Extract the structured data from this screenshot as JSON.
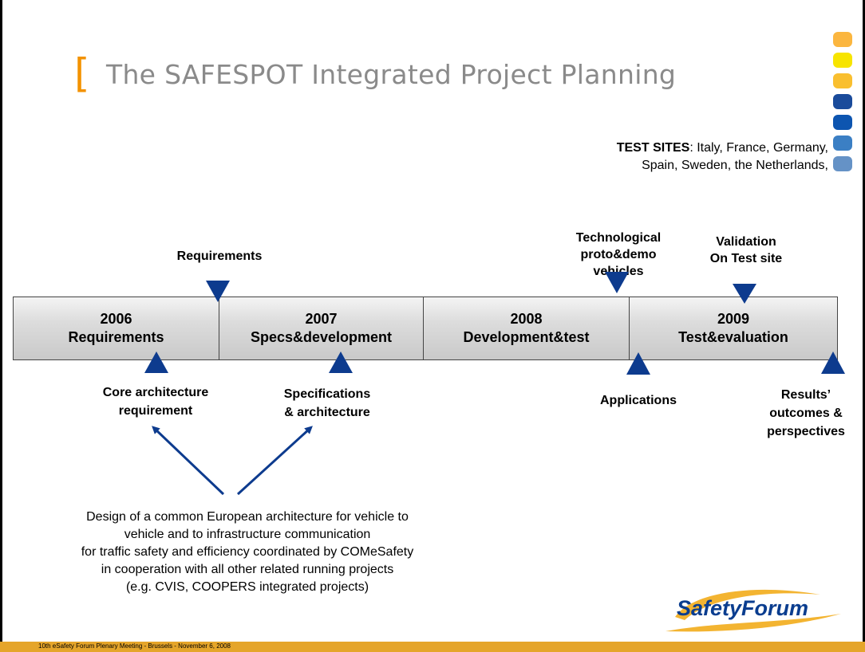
{
  "title": {
    "bracket": "[",
    "text": "The SAFESPOT Integrated Project Planning"
  },
  "brand_squares": [
    "#fbb63f",
    "#f7e400",
    "#f9bf2f",
    "#1a4b9b",
    "#0d55b0",
    "#3b7fc4",
    "#6592c6"
  ],
  "test_sites": {
    "label": "TEST SITES",
    "line1": ": Italy, France, Germany,",
    "line2": "Spain, Sweden, the  Netherlands,"
  },
  "timeline": [
    {
      "year": "2006",
      "label": "Requirements"
    },
    {
      "year": "2007",
      "label": "Specs&development"
    },
    {
      "year": "2008",
      "label": "Development&test"
    },
    {
      "year": "2009",
      "label": "Test&evaluation"
    }
  ],
  "milestones_above": {
    "requirements": "Requirements",
    "tech_line1": "Technological",
    "tech_line2": "proto&demo",
    "tech_line3": "vehicles",
    "validation_line1": "Validation",
    "validation_line2": "On Test site"
  },
  "milestones_below": {
    "core_line1": "Core architecture",
    "core_line2": "requirement",
    "spec_line1": "Specifications",
    "spec_line2": "& architecture",
    "applications": "Applications",
    "results_line1": "Results’",
    "results_line2": "outcomes &",
    "results_line3": "perspectives"
  },
  "design_note": [
    "Design of a common European architecture for vehicle to",
    "vehicle and to infrastructure communication",
    "for traffic safety and efficiency coordinated by COMeSafety",
    "in cooperation with all other related running projects",
    "(e.g. CVIS, COOPERS integrated projects)"
  ],
  "logo": {
    "text": "SafetyForum"
  },
  "footer": {
    "text": "10th eSafety Forum Plenary Meeting - Brussels - November 6, 2008"
  },
  "colors": {
    "accent": "#f39200",
    "marker": "#0d3b8e",
    "footer": "#e5a52a",
    "title": "#8a8a8a"
  }
}
